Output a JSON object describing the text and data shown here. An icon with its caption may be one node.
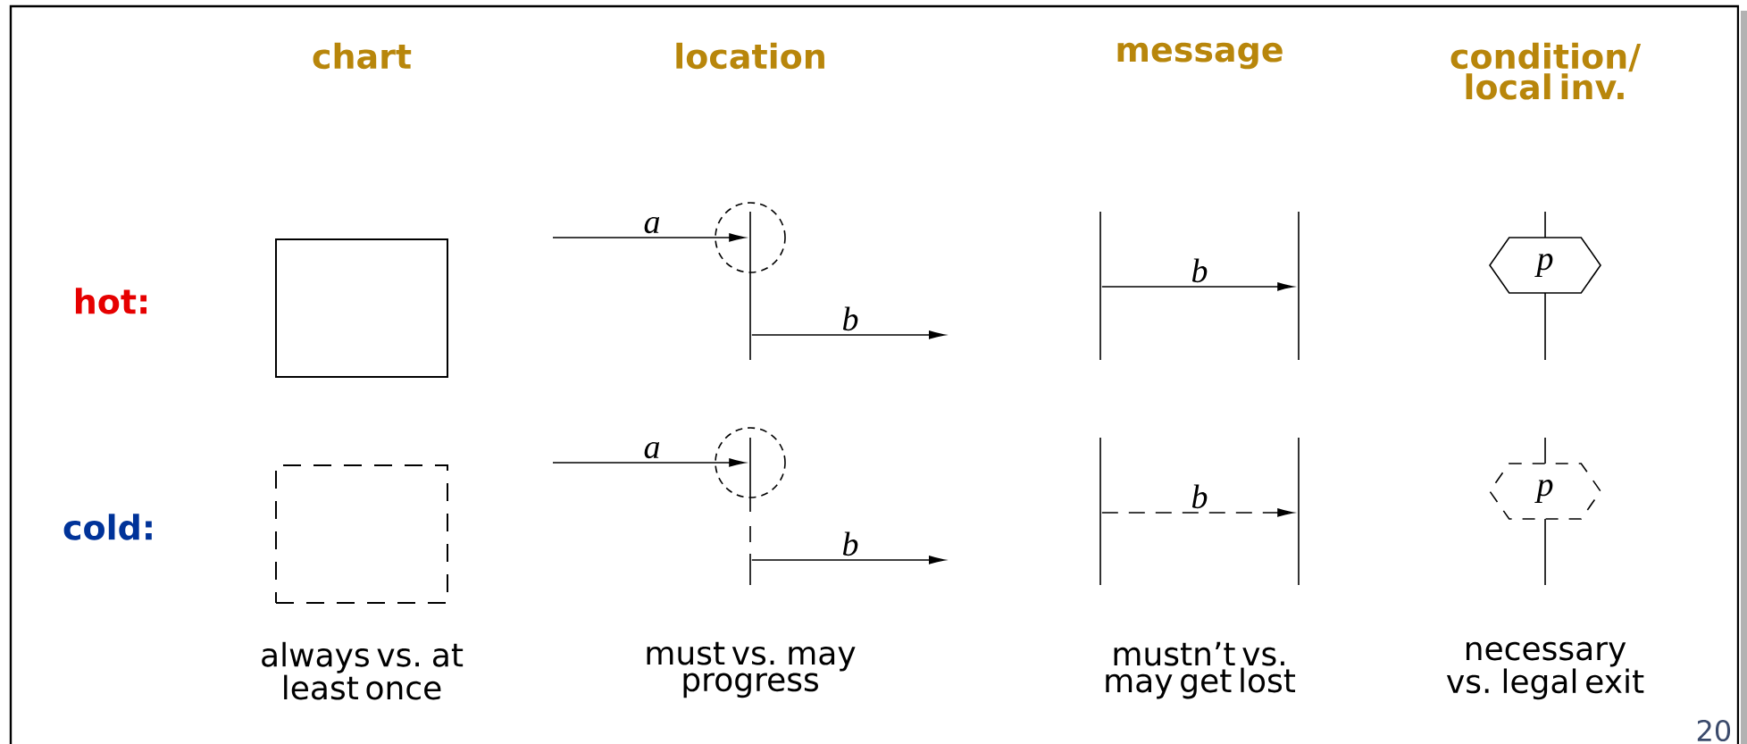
{
  "diagram": {
    "nodes": [
      {
        "text": [],
        "shape": "box"
      },
      {
        "text": [],
        "shape": "bar"
      },
      {
        "text": [],
        "shape": "circle"
      },
      {
        "text": [],
        "shape": "bar"
      },
      {
        "text": [],
        "shape": "bar"
      },
      {
        "text": [
          "p"
        ]
      },
      {
        "text": [],
        "shape": "box"
      },
      {
        "text": [],
        "shape": "bar"
      },
      {
        "text": [],
        "shape": "circle"
      },
      {
        "text": [],
        "shape": "bar"
      },
      {
        "text": [],
        "shape": "bar"
      },
      {
        "text": [
          "p"
        ]
      }
    ],
    "edges": [
      {
        "from": null,
        "to": 1,
        "arrow": "to",
        "label": "a"
      },
      {
        "from": 1,
        "to": null,
        "arrow": "to",
        "label": "b"
      },
      {
        "from": 3,
        "to": 4,
        "arrow": "to",
        "label": "b"
      },
      {
        "from": null,
        "to": 7,
        "arrow": "to",
        "label": "a"
      },
      {
        "from": 7,
        "to": null,
        "arrow": "to",
        "label": "b"
      },
      {
        "from": 9,
        "to": 10,
        "arrow": "to",
        "label": "b",
        "style": "dashed"
      }
    ],
    "labels": [
      "chart",
      "location",
      "message",
      "condition/ local inv.",
      "hot:",
      "cold:",
      "always vs. at least once",
      "must vs. may progress",
      "mustn’t vs. may get lost",
      "necessary vs. legal exit",
      "20"
    ]
  }
}
